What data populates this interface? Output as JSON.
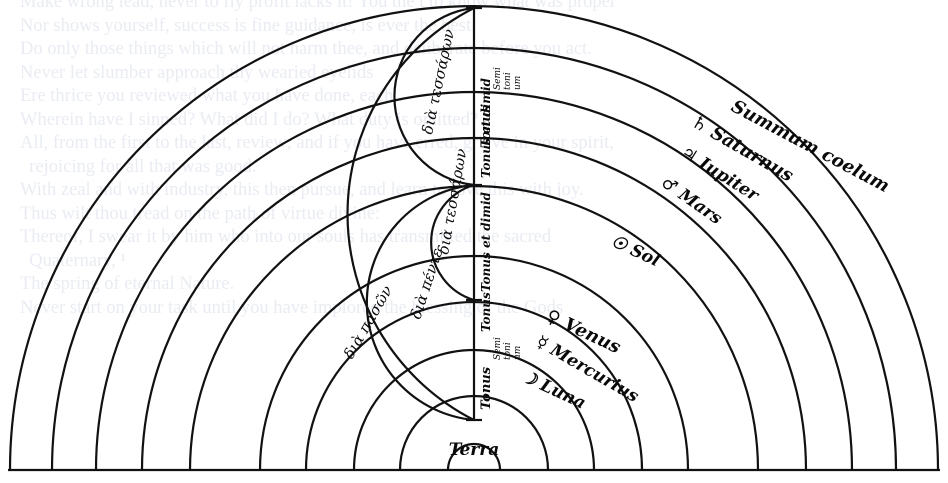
{
  "background_lines": [
    "Make wrong lead, never to fly profit lacks it! You the t to know what was proper",
    "Nor shows yourself, success is fine guidance, is ever the best.",
    "Do only those things which will not harm thee, and deliberate before you act.",
    "Never let slumber approach thy wearied eyelids",
    "Ere thrice you reviewed what you have done, each",
    "Wherein have I sinned? What did I do? What duty is omitted?",
    "All, from the first to the last, review; and if you have erred, grieve in your spirit,",
    "  rejoicing for all that was good.",
    "With zeal and with industry, this then pursue, and learn to love this with joy.",
    "Thus wilt thou tread on the path of virtue divine:",
    "Thereof, I swear it by him who into our souls has transmitted the sacred",
    "  Quaternary, ¹",
    "The spring of eternal Nature.",
    "Never start on your task until you have implored the blessing of the Gods"
  ],
  "labels": {
    "terra": "Terra",
    "luna": "☽ Luna",
    "mercurius": "☿ Mercurius",
    "venus": "♀ Venus",
    "sol": "☉ Sol",
    "mars": "♂ Mars",
    "jupiter": "♃ Iupiter",
    "saturnus": "♄ Saturnus",
    "summum": "Summum coelum"
  },
  "intervals": {
    "tonus_low": "Tonus",
    "tonus_mid": "Tonus",
    "tonus_et_dimid_1": "Tonus et dimid",
    "tonus_et_dimid_2": "Tonus et dimid",
    "tonus_high": "Tonus"
  },
  "semitone": [
    "Semi",
    "toni",
    "um"
  ],
  "greek": {
    "dia_pason": "διὰ πασῶν",
    "dia_pente": "διὰ πέντε",
    "dia_tessaron": "διὰ τεσσάρων",
    "dia_tessaron_top": "διὰ τεσσάρων"
  }
}
